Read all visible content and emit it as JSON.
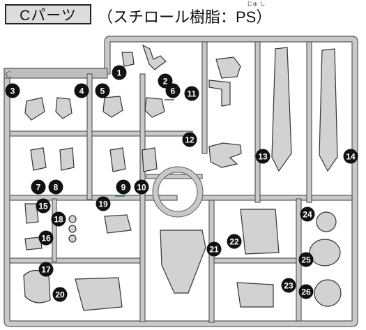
{
  "header": {
    "box_label": "Cパーツ",
    "subtitle": "（スチロール樹脂：PS）",
    "ruby": "じゅ し"
  },
  "runner": {
    "corner_letter": "C",
    "part_numbers": [
      "1",
      "2",
      "3",
      "4",
      "5",
      "6",
      "7",
      "8",
      "9",
      "10",
      "11",
      "12",
      "13",
      "14",
      "15",
      "16",
      "17",
      "18",
      "19",
      "20",
      "21",
      "22",
      "23",
      "24",
      "25",
      "26"
    ],
    "underlined_parts": [
      "6",
      "9"
    ]
  },
  "colors": {
    "frame": "#c9c9c9",
    "frame_edge": "#5a5a5a",
    "part_fill": "#d2d2d2",
    "number_badge": "#111111"
  }
}
